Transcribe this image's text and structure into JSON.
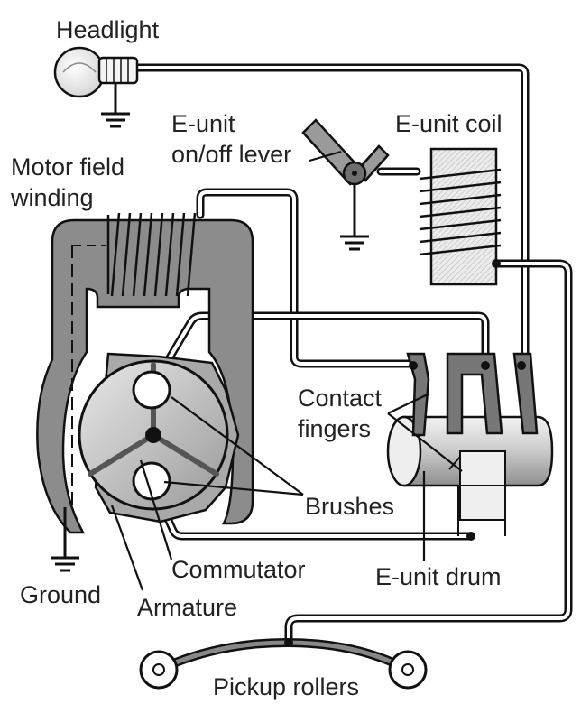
{
  "labels": {
    "headlight": "Headlight",
    "eunit_lever_line1": "E-unit",
    "eunit_lever_line2": "on/off lever",
    "eunit_coil": "E-unit coil",
    "motor_field_line1": "Motor field",
    "motor_field_line2": "winding",
    "contact_line1": "Contact",
    "contact_line2": "fingers",
    "brushes": "Brushes",
    "commutator": "Commutator",
    "ground": "Ground",
    "eunit_drum": "E-unit drum",
    "armature": "Armature",
    "pickup_rollers": "Pickup rollers"
  },
  "colors": {
    "line": "#111111",
    "field_magnet": "#8c8c8c",
    "armature": "#bdbdbd",
    "coil_body": "#e6e6e6",
    "drum": "#d2d2d2",
    "fingers": "#777777",
    "text": "#222222"
  }
}
